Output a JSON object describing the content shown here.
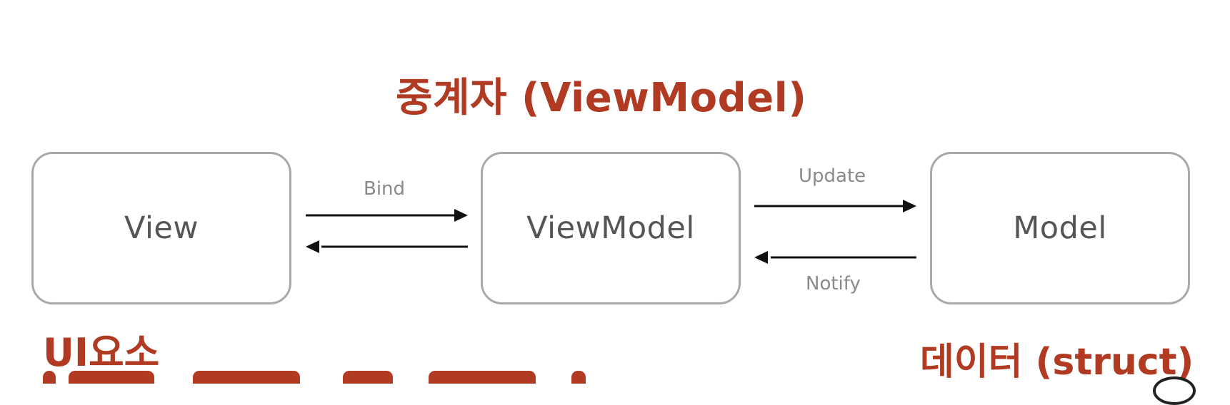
{
  "diagram": {
    "title_viewmodel": "중계자 (ViewModel)",
    "title_view": "UI요소",
    "title_model": "데이터 (struct)",
    "nodes": {
      "view": "View",
      "viewmodel": "ViewModel",
      "model": "Model"
    },
    "edges": {
      "bind": "Bind",
      "update": "Update",
      "notify": "Notify"
    },
    "colors": {
      "accent": "#b03a22",
      "box_border": "#a9a9a9",
      "node_text": "#555555",
      "edge_label": "#8a8a8a",
      "arrow": "#111111"
    }
  }
}
